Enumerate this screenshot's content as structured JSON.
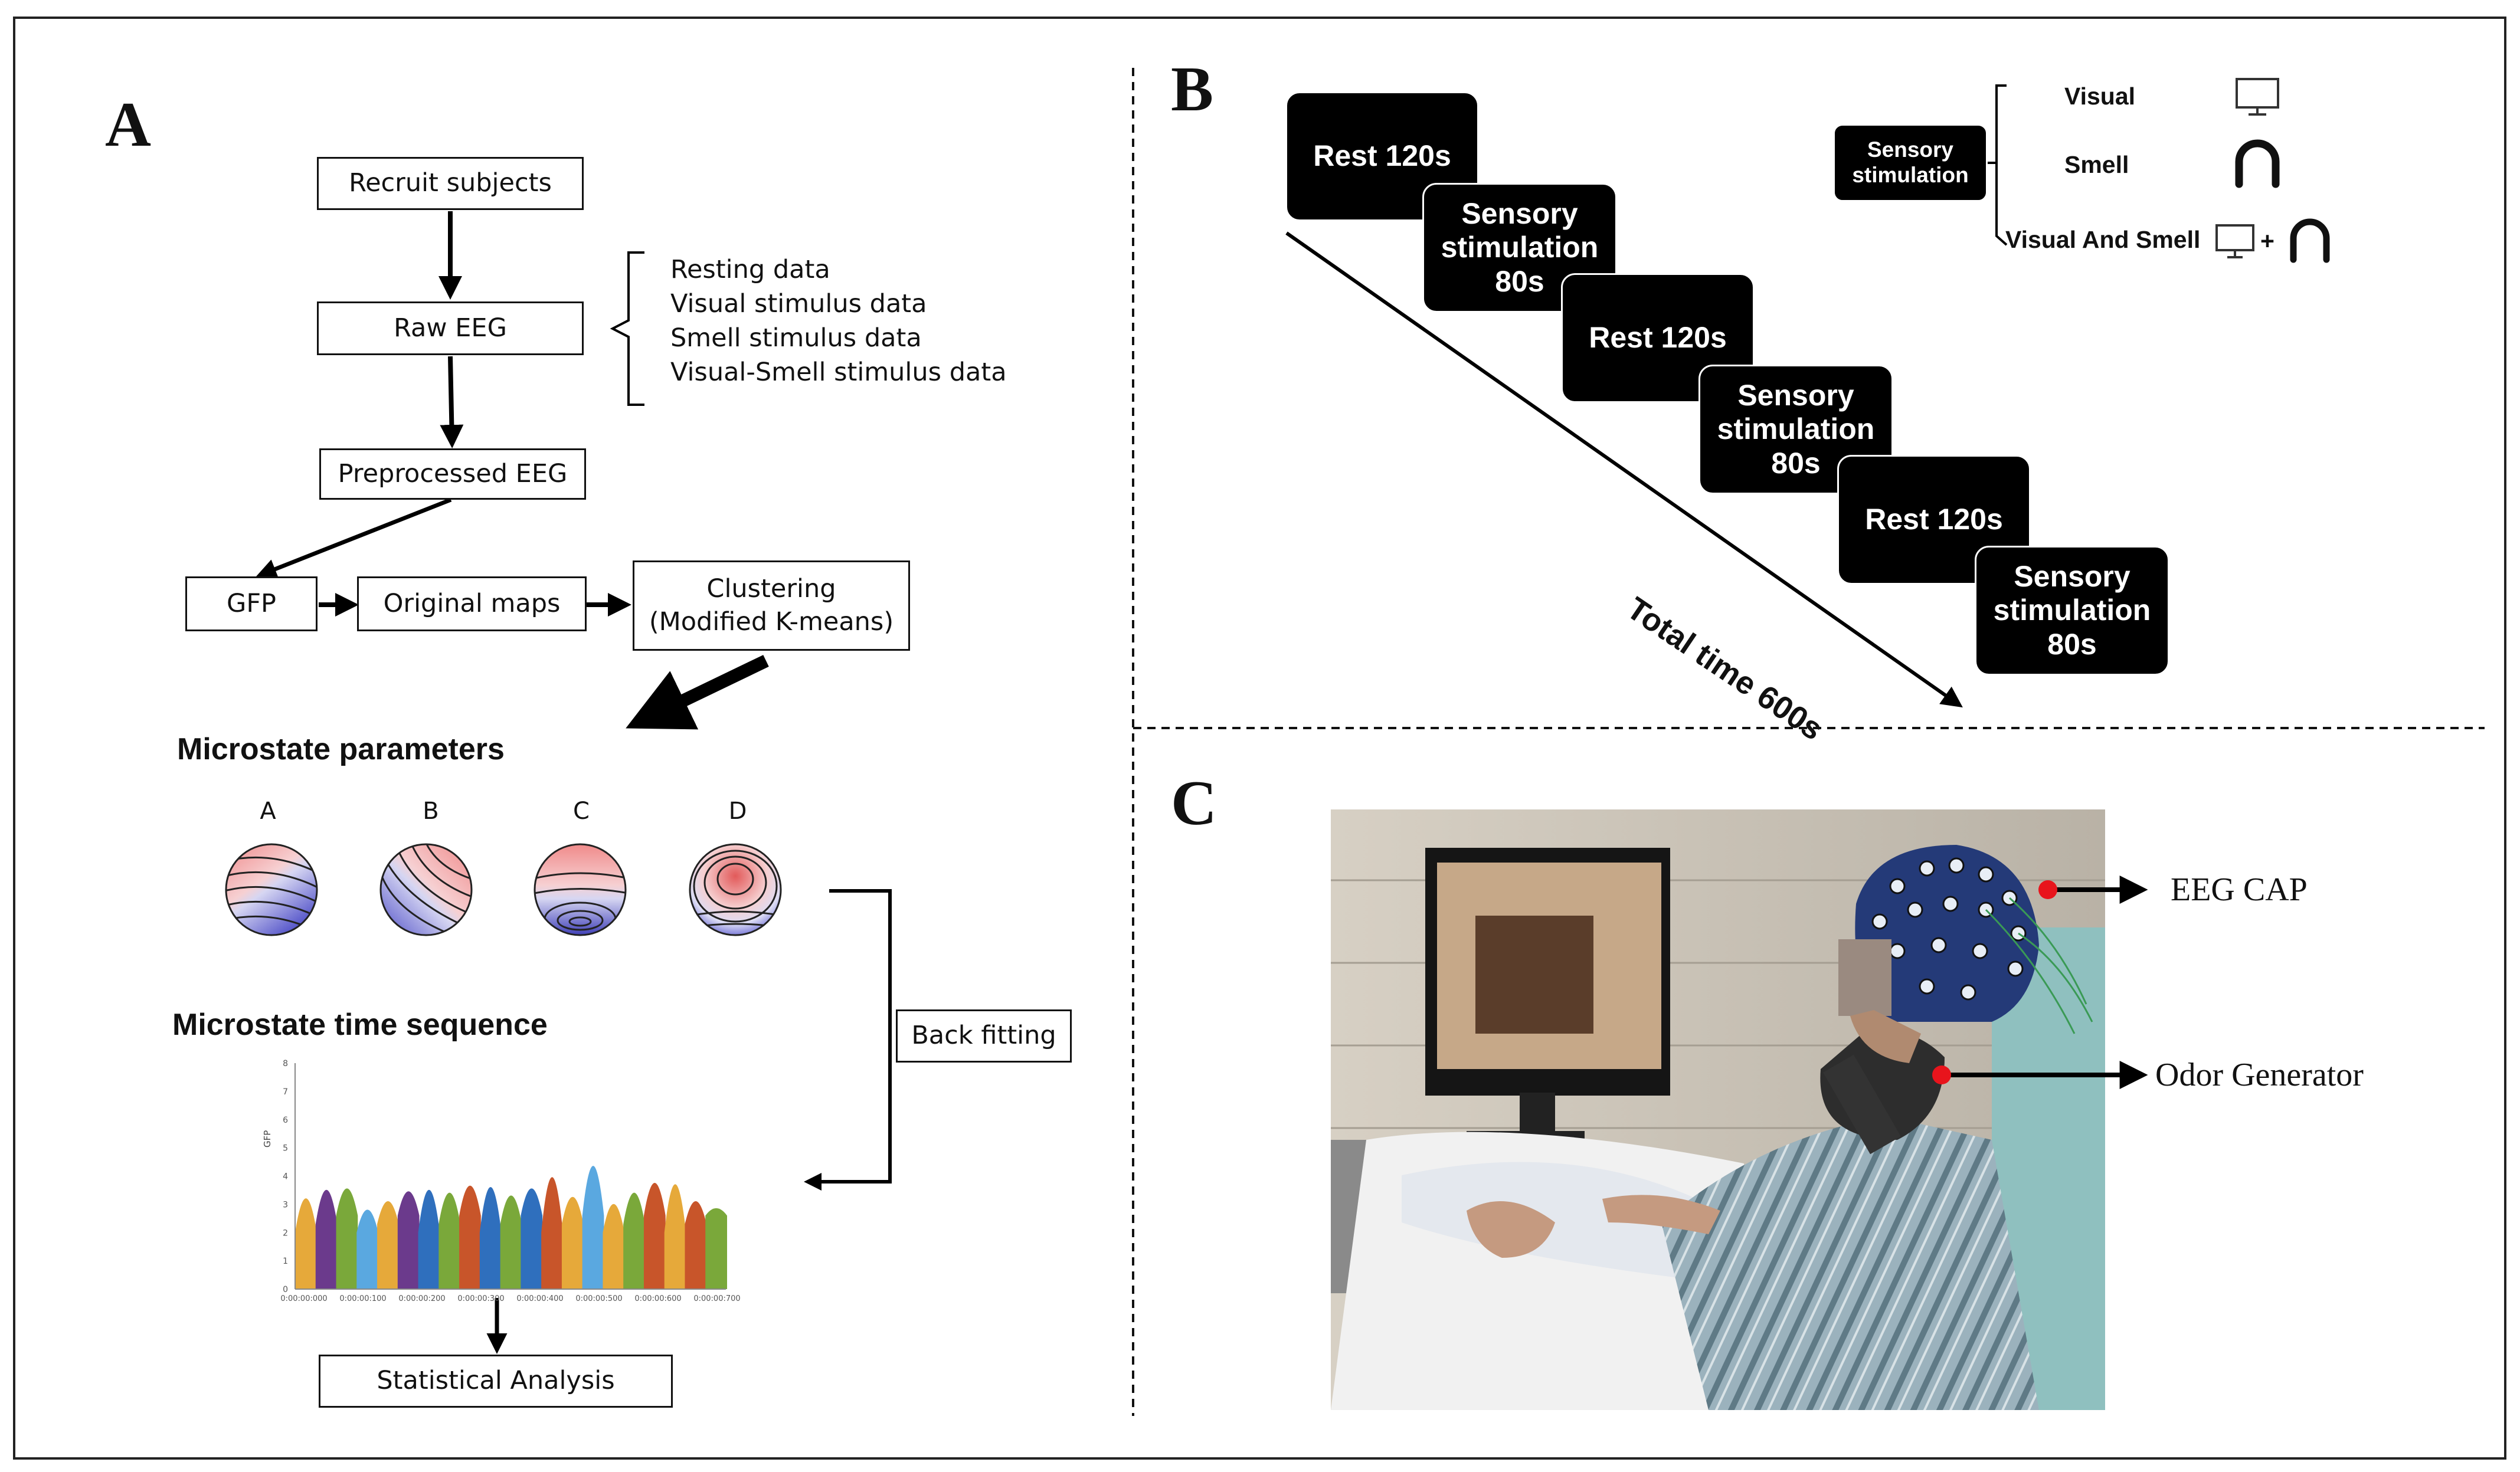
{
  "panels": {
    "a": "A",
    "b": "B",
    "c": "C"
  },
  "flow": {
    "recruit": "Recruit subjects",
    "raw_eeg": "Raw EEG",
    "preprocessed": "Preprocessed EEG",
    "gfp": "GFP",
    "original_maps": "Original maps",
    "clustering": "Clustering\n(Modified K-means)",
    "back_fitting": "Back fitting",
    "statistical": "Statistical Analysis",
    "data_types": [
      "Resting data",
      "Visual stimulus data",
      "Smell stimulus data",
      "Visual-Smell stimulus data"
    ]
  },
  "microstates": {
    "parameters_title": "Microstate  parameters",
    "labels": [
      "A",
      "B",
      "C",
      "D"
    ],
    "time_sequence_title": "Microstate time sequence"
  },
  "gfp_plot": {
    "ylabel": "GFP",
    "y_ticks": [
      "0",
      "1",
      "2",
      "3",
      "4",
      "5",
      "6",
      "7",
      "8"
    ],
    "x_ticks": [
      "0:00:00:000",
      "0:00:00:100",
      "0:00:00:200",
      "0:00:00:300",
      "0:00:00:400",
      "0:00:00:500",
      "0:00:00:600",
      "0:00:00:700"
    ],
    "colors": {
      "A": "#e6a93a",
      "B": "#5aa8e0",
      "C": "#7aa83a",
      "D": "#2f6fbd",
      "E": "#c8552a",
      "F": "#6b3a8c"
    }
  },
  "protocol": {
    "blocks": [
      "Rest 120s",
      "Sensory\nstimulation\n80s",
      "Rest 120s",
      "Sensory\nstimulation\n80s",
      "Rest 120s",
      "Sensory\nstimulation\n80s"
    ],
    "total_time": "Total time 600s",
    "stimulation_label": "Sensory\nstimulation",
    "modalities": [
      "Visual",
      "Smell",
      "Visual And Smell"
    ],
    "plus": "+"
  },
  "photo": {
    "eeg_cap": "EEG CAP",
    "odor_generator": "Odor Generator"
  },
  "colors": {
    "block": "#000000",
    "marker": "#e8141c",
    "map_red": "#e8706f",
    "map_blue": "#5a5fd0"
  }
}
